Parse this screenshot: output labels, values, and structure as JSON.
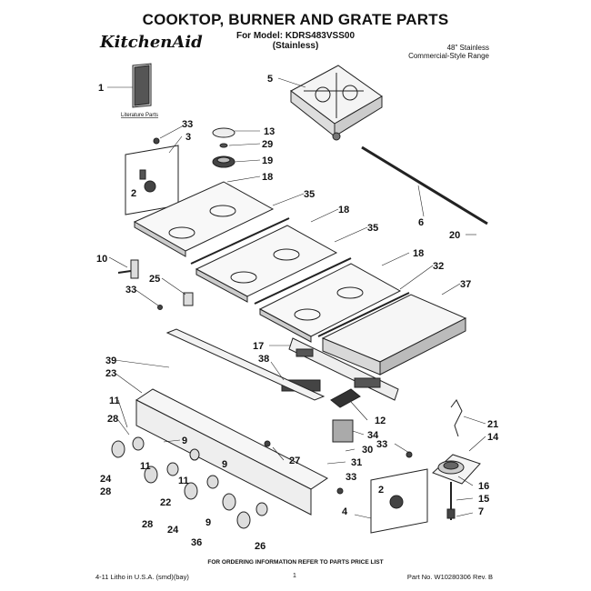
{
  "header": {
    "title": "COOKTOP, BURNER AND GRATE PARTS",
    "model_line": "For Model: KDRS483VSS00",
    "model_variant": "(Stainless)",
    "brand": "KitchenAid",
    "desc_line1": "48\" Stainless",
    "desc_line2": "Commercial-Style Range"
  },
  "literature_label": "Literature Parts",
  "callouts": [
    "1",
    "33",
    "3",
    "2",
    "13",
    "29",
    "19",
    "18",
    "5",
    "35",
    "18",
    "6",
    "20",
    "35",
    "18",
    "10",
    "25",
    "33",
    "32",
    "37",
    "17",
    "38",
    "39",
    "23",
    "11",
    "28",
    "9",
    "27",
    "12",
    "34",
    "30",
    "33",
    "31",
    "21",
    "14",
    "16",
    "15",
    "7",
    "24",
    "11",
    "28",
    "22",
    "11",
    "9",
    "2",
    "4",
    "33",
    "28",
    "24",
    "9",
    "36",
    "26"
  ],
  "footer": {
    "order_note": "FOR ORDERING INFORMATION REFER TO PARTS PRICE LIST",
    "left": "4-11 Litho in U.S.A. (smd)(bay)",
    "page": "1",
    "right": "Part No. W10280306 Rev. B"
  }
}
